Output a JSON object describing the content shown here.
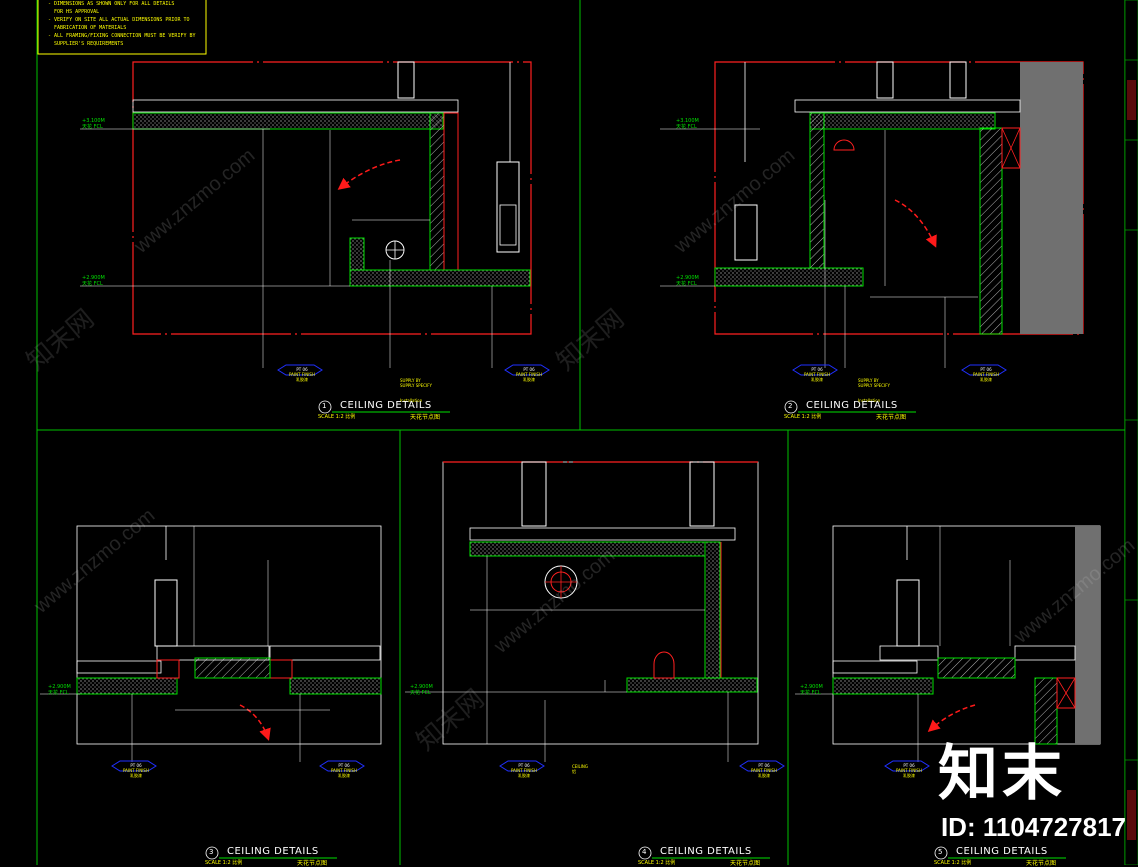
{
  "notes": [
    "- DIMENSIONS AS SHOWN ONLY FOR ALL DETAILS",
    "  FOR HS APPROVAL",
    "- VERIFY ON SITE ALL ACTUAL DIMENSIONS PRIOR TO",
    "  FABRICATION OF MATERIALS",
    "- ALL FRAMING/FIXING CONNECTION MUST BE VERIFY BY",
    "  SUPPLIER'S REQUIREMENTS"
  ],
  "details": [
    {
      "number": "1",
      "title": "CEILING DETAILS",
      "scale": "SCALE 1:2 比例",
      "cn": "天花节点图",
      "level_top": "+3.100M",
      "level_top_sub": "天花 FCL",
      "level_bot": "+2.900M",
      "level_bot_sub": "天花 FCL",
      "tags": [
        {
          "code": "PT",
          "num": "06",
          "label": "PAINT FINISH",
          "sub": "乳胶漆"
        },
        {
          "code": "PT",
          "num": "06",
          "label": "PAINT FINISH",
          "sub": "乳胶漆"
        }
      ],
      "callout": "SUPPLY BY\nSUPPLY SPECIFY",
      "callout_sub": "Installation"
    },
    {
      "number": "2",
      "title": "CEILING DETAILS",
      "scale": "SCALE 1:2 比例",
      "cn": "天花节点图",
      "level_top": "+3.100M",
      "level_top_sub": "天花 FCL",
      "level_bot": "+2.900M",
      "level_bot_sub": "天花 FCL",
      "tags": [
        {
          "code": "PT",
          "num": "06",
          "label": "PAINT FINISH",
          "sub": "乳胶漆"
        },
        {
          "code": "PT",
          "num": "06",
          "label": "PAINT FINISH",
          "sub": "乳胶漆"
        }
      ],
      "callout": "SUPPLY BY\nSUPPLY SPECIFY",
      "callout_sub": "Installation"
    },
    {
      "number": "3",
      "title": "CEILING DETAILS",
      "scale": "SCALE 1:2 比例",
      "cn": "天花节点图",
      "level": "+2.900M",
      "level_sub": "天花 FCL",
      "tags": [
        {
          "code": "PT",
          "num": "06",
          "label": "PAINT FINISH",
          "sub": "乳胶漆"
        },
        {
          "code": "PT",
          "num": "06",
          "label": "PAINT FINISH",
          "sub": "乳胶漆"
        }
      ]
    },
    {
      "number": "4",
      "title": "CEILING DETAILS",
      "scale": "SCALE 1:2 比例",
      "cn": "天花节点图",
      "level": "+2.900M",
      "level_sub": "天花 FCL",
      "tags": [
        {
          "code": "PT",
          "num": "06",
          "label": "PAINT FINISH",
          "sub": "乳胶漆"
        },
        {
          "code": "PT",
          "num": "06",
          "label": "PAINT FINISH",
          "sub": "乳胶漆"
        }
      ],
      "callout": "CEILING",
      "callout_sub": "铝"
    },
    {
      "number": "5",
      "title": "CEILING DETAILS",
      "scale": "SCALE 1:2 比例",
      "cn": "天花节点图",
      "level": "+2.900M",
      "level_sub": "天花 FCL",
      "tags": [
        {
          "code": "PT",
          "num": "06",
          "label": "PAINT FINISH",
          "sub": "乳胶漆"
        }
      ]
    }
  ],
  "watermark": {
    "site": "www.znzmo.com",
    "cn": "知末网",
    "logo": "知末",
    "id": "ID: 1104727817"
  },
  "colors": {
    "frame": "#00c000",
    "section": "#ff2020",
    "fill": "#00e000",
    "arrow": "#ff1a1a",
    "note_box": "#ffff00",
    "tag": "#2030ff",
    "wall": "#707070"
  }
}
